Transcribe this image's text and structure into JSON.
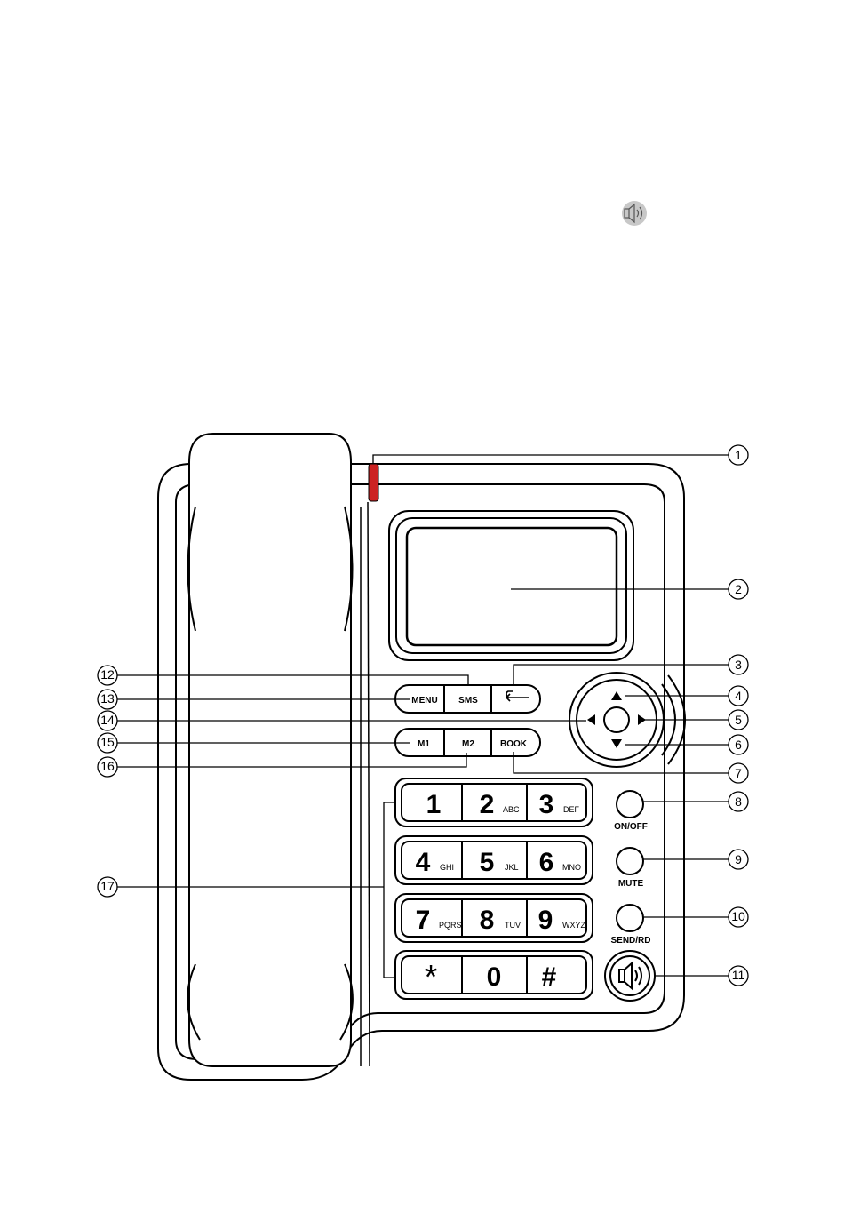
{
  "page_icon": {
    "name": "speaker-icon",
    "color": "#b8b8b8"
  },
  "callout_numbers": [
    "1",
    "2",
    "3",
    "4",
    "5",
    "6",
    "7",
    "8",
    "9",
    "10",
    "11",
    "12",
    "13",
    "14",
    "15",
    "16",
    "17"
  ],
  "function_keys": {
    "menu": "MENU",
    "sms": "SMS",
    "m1": "M1",
    "m2": "M2",
    "book": "BOOK"
  },
  "side_buttons": {
    "on_off": "ON/OFF",
    "mute": "MUTE",
    "send_rd": "SEND/RD"
  },
  "keypad": {
    "k1": {
      "digit": "1",
      "letters": ""
    },
    "k2": {
      "digit": "2",
      "letters": "ABC"
    },
    "k3": {
      "digit": "3",
      "letters": "DEF"
    },
    "k4": {
      "digit": "4",
      "letters": "GHI"
    },
    "k5": {
      "digit": "5",
      "letters": "JKL"
    },
    "k6": {
      "digit": "6",
      "letters": "MNO"
    },
    "k7": {
      "digit": "7",
      "letters": "PQRS"
    },
    "k8": {
      "digit": "8",
      "letters": "TUV"
    },
    "k9": {
      "digit": "9",
      "letters": "WXYZ"
    },
    "star": {
      "digit": "*",
      "letters": ""
    },
    "zero": {
      "digit": "0",
      "letters": ""
    },
    "hash": {
      "digit": "#",
      "letters": ""
    }
  },
  "colors": {
    "line": "#000000",
    "led": "#cc2222",
    "fill": "#ffffff"
  }
}
